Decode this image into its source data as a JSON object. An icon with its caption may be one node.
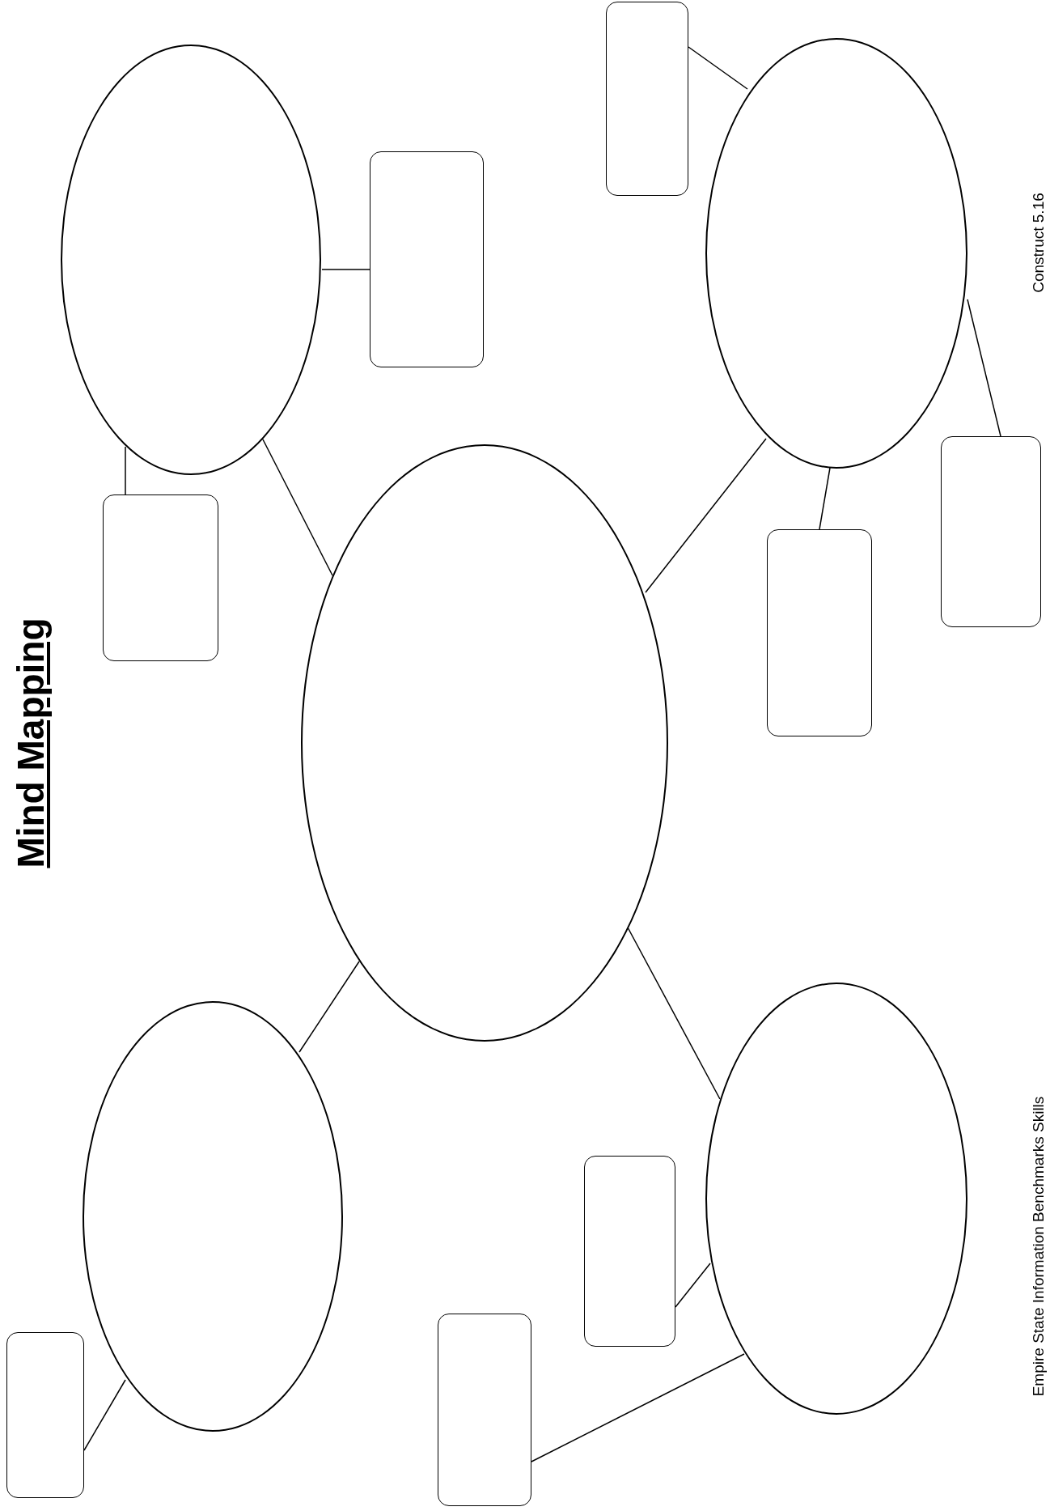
{
  "diagram": {
    "title": "Mind Mapping",
    "nodes": [
      {
        "text": [],
        "shape": "circle"
      },
      {
        "text": [],
        "shape": "circle"
      },
      {
        "text": [],
        "shape": "circle"
      },
      {
        "text": [],
        "shape": "circle"
      },
      {
        "text": [],
        "shape": "circle"
      },
      {
        "text": [],
        "shape": "box"
      },
      {
        "text": [],
        "shape": "box"
      },
      {
        "text": [],
        "shape": "box"
      },
      {
        "text": [],
        "shape": "box"
      },
      {
        "text": [],
        "shape": "box"
      },
      {
        "text": [],
        "shape": "box"
      },
      {
        "text": [],
        "shape": "box"
      },
      {
        "text": [],
        "shape": "box"
      }
    ],
    "edges": [
      {
        "from": 0,
        "to": 1,
        "arrow": "none"
      },
      {
        "from": 0,
        "to": 2,
        "arrow": "none"
      },
      {
        "from": 0,
        "to": 3,
        "arrow": "none"
      },
      {
        "from": 0,
        "to": 4,
        "arrow": "none"
      },
      {
        "from": 1,
        "to": 5,
        "arrow": "none"
      },
      {
        "from": 1,
        "to": 6,
        "arrow": "none"
      },
      {
        "from": 2,
        "to": 7,
        "arrow": "none"
      },
      {
        "from": 2,
        "to": 8,
        "arrow": "none"
      },
      {
        "from": 2,
        "to": 9,
        "arrow": "none"
      },
      {
        "from": 4,
        "to": 10,
        "arrow": "none"
      },
      {
        "from": 4,
        "to": 11,
        "arrow": "none"
      },
      {
        "from": 3,
        "to": 12,
        "arrow": "none"
      }
    ],
    "labels": [
      "Construct 5.16",
      "Empire State Information Benchmarks Skills"
    ]
  }
}
